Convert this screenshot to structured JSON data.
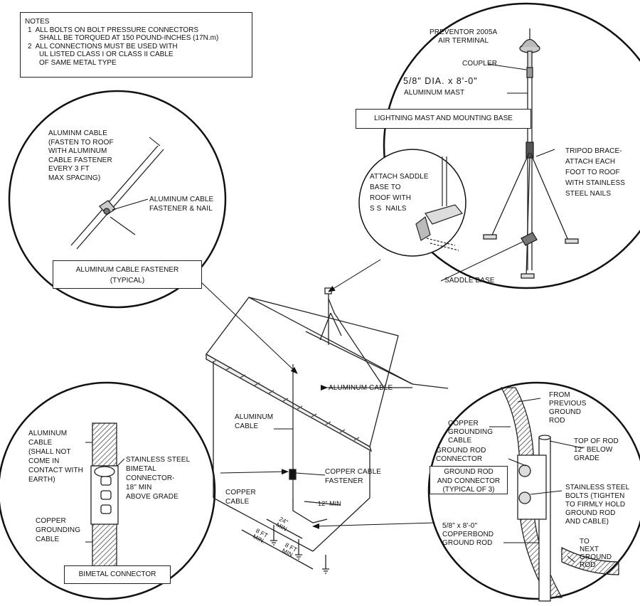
{
  "notes": {
    "title": "NOTES",
    "items": [
      "1  ALL BOLTS ON BOLT PRESSURE CONNECTORS\nSHALL BE TORQUED AT 150 POUND-INCHES (17N.m)",
      "2  ALL CONNECTIONS MUST BE USED WITH\nUL LISTED CLASS I OR CLASS II CABLE\nOF SAME METAL TYPE"
    ]
  },
  "mast_detail": {
    "air_terminal": "PREVENTOR 2005A\nAIR TERMINAL",
    "coupler": "COUPLER",
    "mast_dia": "5/8\" DIA. x 8'-0\"",
    "mast_label": "ALUMINUM MAST",
    "title": "LIGHTNING MAST AND MOUNTING BASE",
    "tripod": "TRIPOD BRACE-\nATTACH EACH\nFOOT TO ROOF\nWITH STAINLESS\nSTEEL NAILS",
    "saddle_attach": "ATTACH SADDLE\nBASE TO\nROOF WITH\nS S  NAILS",
    "saddle_base": "SADDLE BASE"
  },
  "fastener_detail": {
    "cable": "ALUMINM CABLE\n(FASTEN TO ROOF\nWITH ALUMINUM\nCABLE FASTENER\nEVERY 3 FT\nMAX SPACING)",
    "fastener": "ALUMINUM CABLE\nFASTENER & NAIL",
    "title": "ALUMINUM CABLE FASTENER\n(TYPICAL)"
  },
  "house": {
    "aluminum_cable_roof": "ALUMINUM CABLE",
    "aluminum_cable_wall": "ALUMINUM\nCABLE",
    "copper_fastener": "COPPER CABLE\nFASTENER",
    "copper_cable": "COPPER\nCABLE",
    "dim_12": "12\" MIN",
    "dim_24": "24\"\nMIN",
    "dim_8a": "8 FT\nMIN.",
    "dim_8b": "8 FT\nMIN."
  },
  "bimetal_detail": {
    "aluminum_cable": "ALUMINUM\nCABLE\n(SHALL NOT\nCOME IN\nCONTACT WITH\nEARTH)",
    "connector": "STAINLESS STEEL\nBIMETAL\nCONNECTOR-\n18\" MIN\nABOVE GRADE",
    "copper_cable": "COPPER\nGROUNDING\nCABLE",
    "title": "BIMETAL CONNECTOR"
  },
  "ground_detail": {
    "from_previous": "FROM\nPREVIOUS\nGROUND\nROD",
    "copper_cable": "COPPER\nGROUNDING\nCABLE",
    "top_of_rod": "TOP OF ROD\n12\" BELOW\nGRADE",
    "rod_connector": "GROUND ROD\nCONNECTOR",
    "title": "GROUND ROD\nAND CONNECTOR\n(TYPICAL OF 3)",
    "bolts": "STAINLESS STEEL\nBOLTS (TIGHTEN\nTO FIRMLY HOLD\nGROUND ROD\nAND CABLE)",
    "rod": "5/8\" x 8'-0\"\nCOPPERBOND\nGROUND ROD",
    "to_next": "TO\nNEXT\nGROUND\nROD"
  }
}
